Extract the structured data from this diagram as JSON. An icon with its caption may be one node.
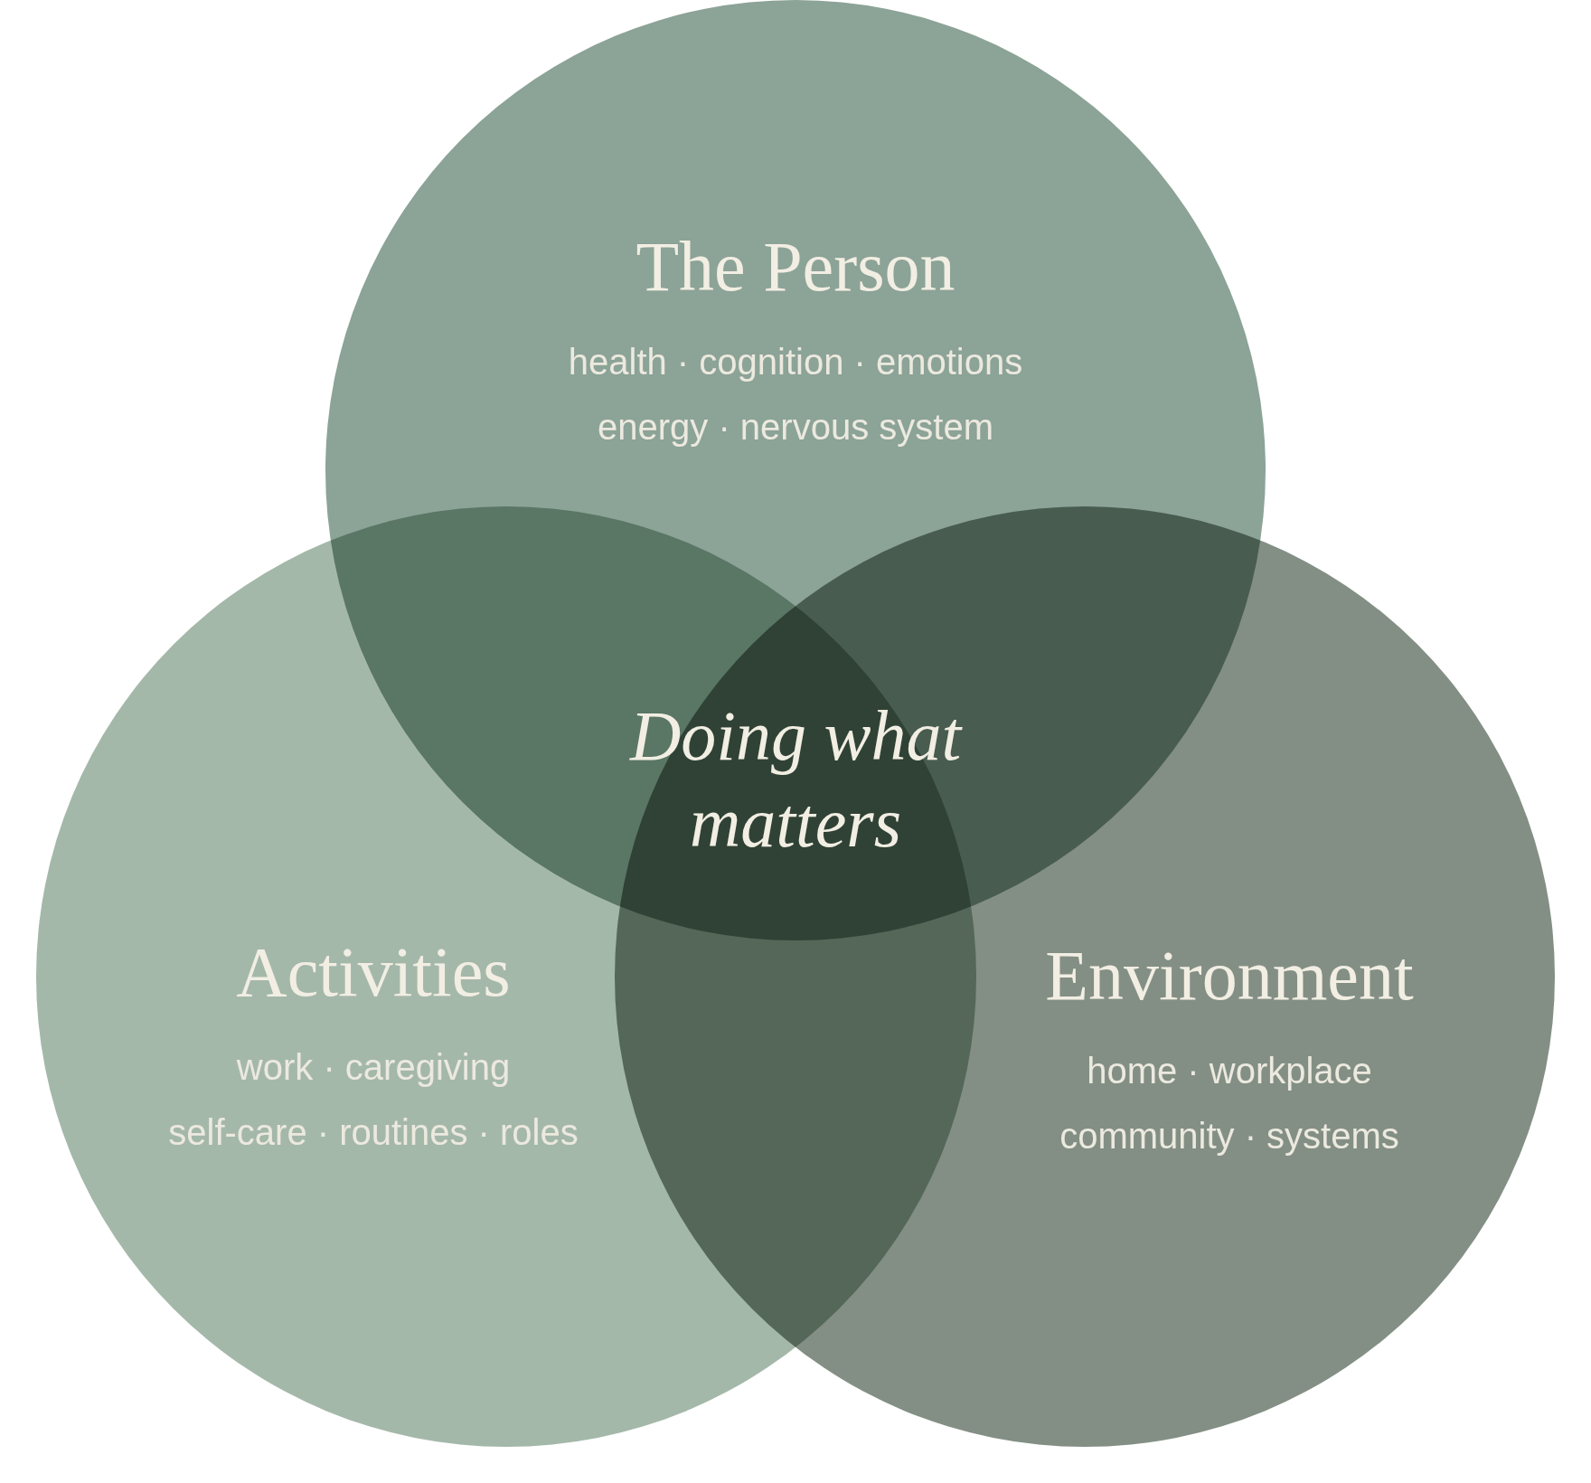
{
  "diagram": {
    "nodes": [
      {
        "text": [
          "The Person",
          "health · cognition · emotions",
          "energy · nervous system"
        ]
      },
      {
        "text": [
          "Activities",
          "work · caregiving",
          "self-care · routines · roles"
        ]
      },
      {
        "text": [
          "Environment",
          "home · workplace",
          "community · systems"
        ]
      }
    ],
    "labels": [
      "Doing what matters"
    ]
  }
}
